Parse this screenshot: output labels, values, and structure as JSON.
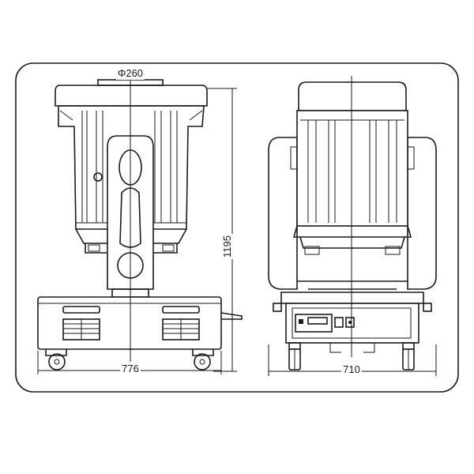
{
  "diagram": {
    "dimensions": {
      "head_diameter": "Φ260",
      "height": "1195",
      "base_width_front": "776",
      "base_width_side": "710"
    },
    "colors": {
      "line": "#1a1a1a",
      "background": "#ffffff"
    }
  }
}
